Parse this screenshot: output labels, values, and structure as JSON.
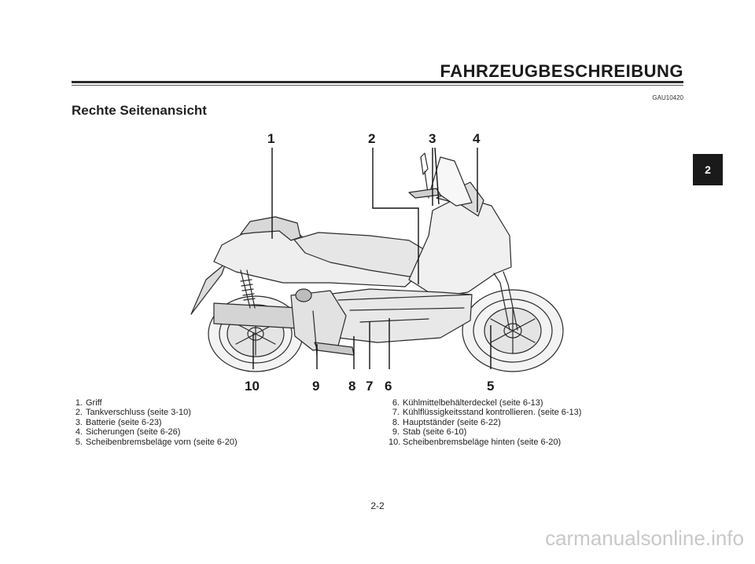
{
  "header": {
    "title": "FAHRZEUGBESCHREIBUNG"
  },
  "code_tag": "GAU10420",
  "section_heading": "Rechte Seitenansicht",
  "chapter_tab": "2",
  "callouts": [
    "1",
    "2",
    "3",
    "4",
    "5",
    "6",
    "7",
    "8",
    "9",
    "10"
  ],
  "legend_left": [
    {
      "num": "1.",
      "text": "Griff"
    },
    {
      "num": "2.",
      "text": "Tankverschluss (seite 3-10)"
    },
    {
      "num": "3.",
      "text": "Batterie (seite 6-23)"
    },
    {
      "num": "4.",
      "text": "Sicherungen (seite 6-26)"
    },
    {
      "num": "5.",
      "text": "Scheibenbremsbeläge vorn (seite 6-20)"
    }
  ],
  "legend_right": [
    {
      "num": "6.",
      "text": "Kühlmittelbehälterdeckel (seite 6-13)"
    },
    {
      "num": "7.",
      "text": "Kühlflüssigkeitsstand kontrollieren. (seite 6-13)"
    },
    {
      "num": "8.",
      "text": "Hauptständer (seite 6-22)"
    },
    {
      "num": "9.",
      "text": "Stab (seite 6-10)"
    },
    {
      "num": "10.",
      "text": "Scheibenbremsbeläge hinten (seite 6-20)"
    }
  ],
  "page_number": "2-2",
  "watermark": "carmanualsonline.info"
}
